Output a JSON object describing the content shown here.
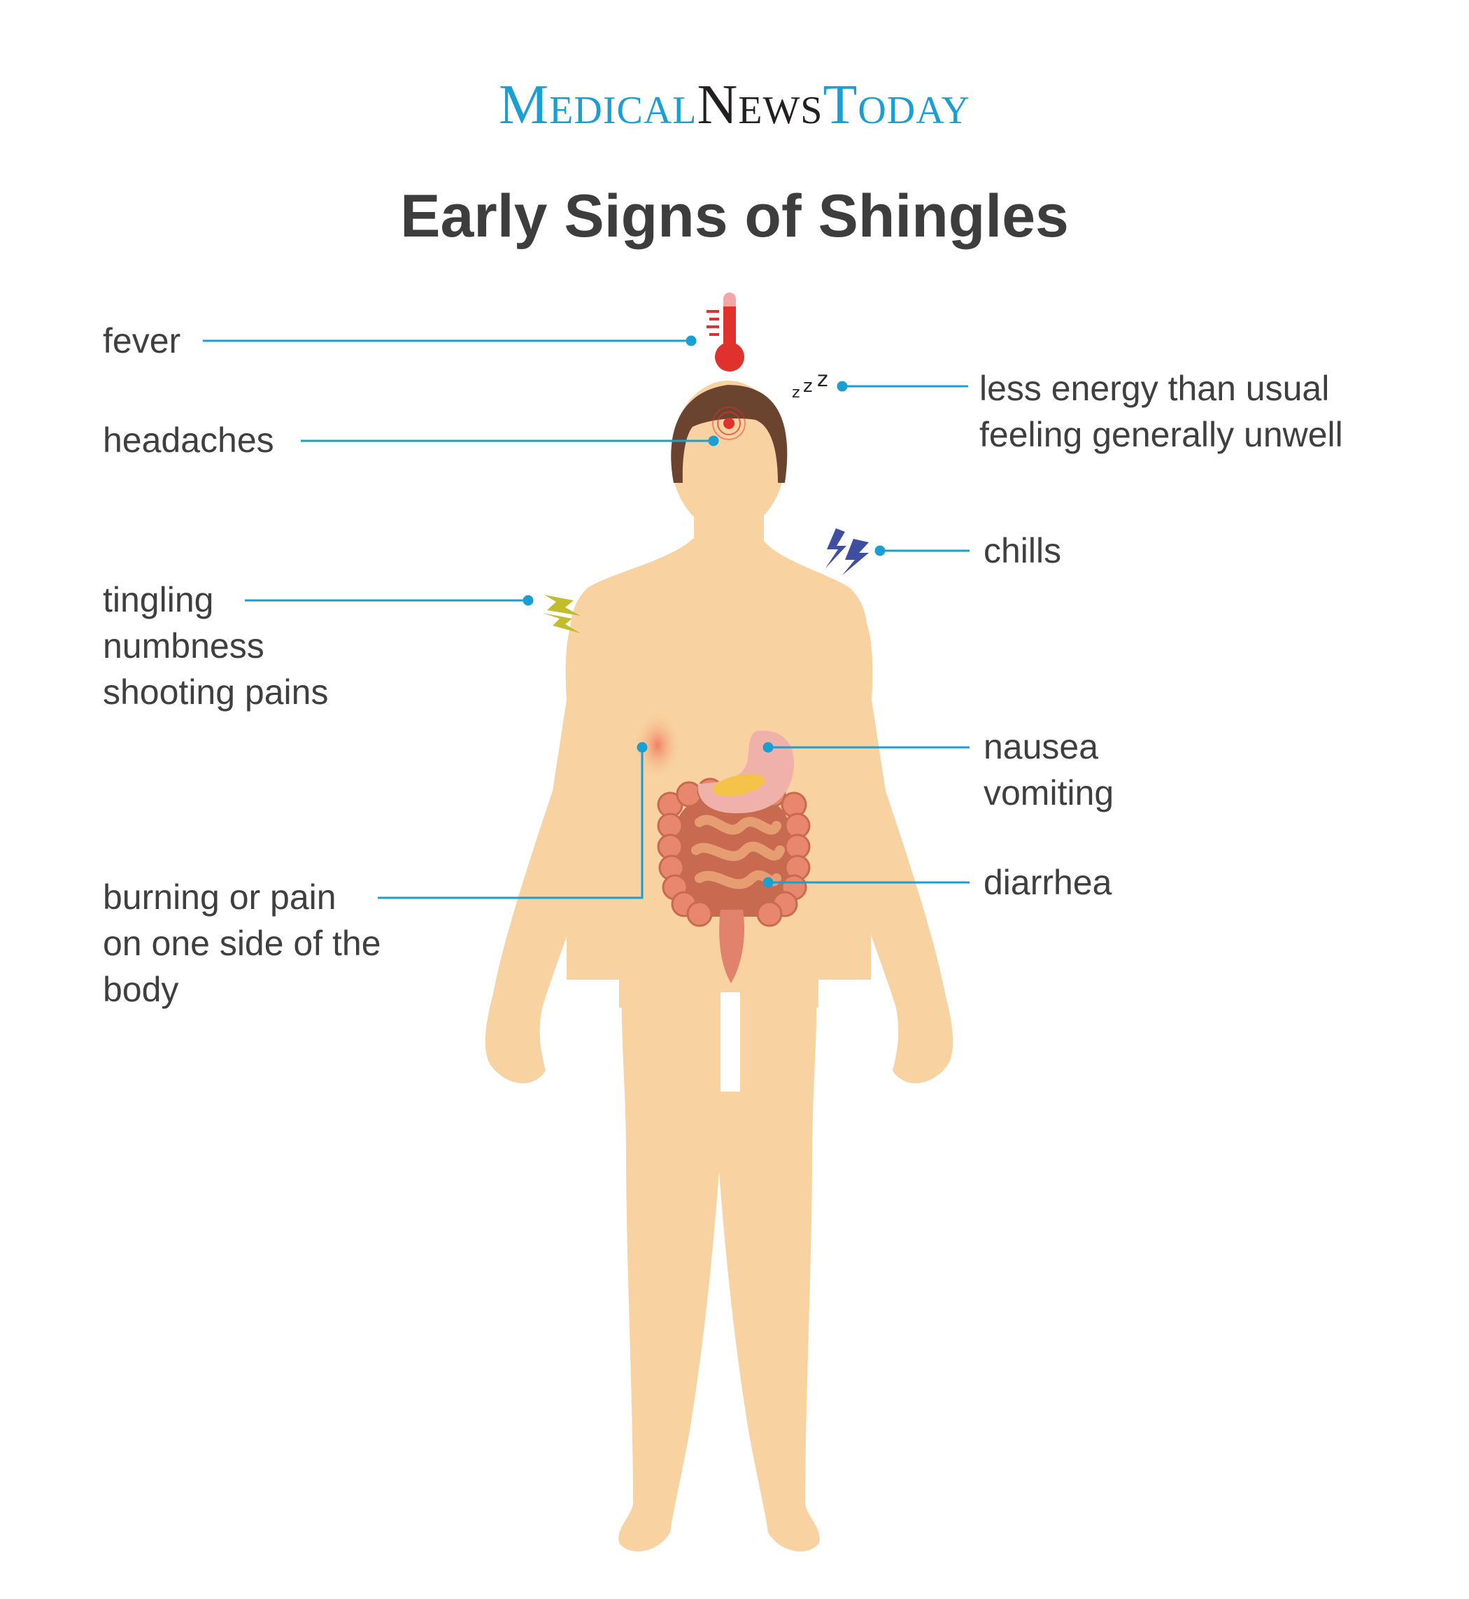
{
  "brand": {
    "words": [
      "Medical",
      "News",
      "Today"
    ],
    "colors": {
      "primary": "#1a9fd4",
      "secondary": "#231f20"
    }
  },
  "title": "Early Signs of Shingles",
  "callouts": {
    "fever": {
      "lines": [
        "fever"
      ]
    },
    "headaches": {
      "lines": [
        "headaches"
      ]
    },
    "tingling": {
      "lines": [
        "tingling",
        "numbness",
        "shooting pains"
      ]
    },
    "burning": {
      "lines": [
        "burning or pain",
        "on one side of the",
        "body"
      ]
    },
    "energy": {
      "lines": [
        "less energy than usual",
        "feeling generally unwell"
      ]
    },
    "chills": {
      "lines": [
        "chills"
      ]
    },
    "nausea": {
      "lines": [
        "nausea",
        "vomiting"
      ]
    },
    "diarrhea": {
      "lines": [
        "diarrhea"
      ]
    }
  },
  "icons": {
    "thermometer": "thermometer-icon",
    "sleep": "zzz-sleep-icon",
    "chills": "lightning-bolt-icon",
    "tingling": "lightning-bolt-icon",
    "headache": "pain-target-icon",
    "stomach": "stomach-icon",
    "intestines": "intestines-icon"
  },
  "colors": {
    "leader_line": "#1a9fd4",
    "skin": "#f8d2a0",
    "hair": "#6b4430",
    "thermometer": "#e0312d",
    "chills_bolt": "#3f4ea1",
    "tingling_bolt": "#c2bd2c",
    "text": "#3f3f3f"
  }
}
